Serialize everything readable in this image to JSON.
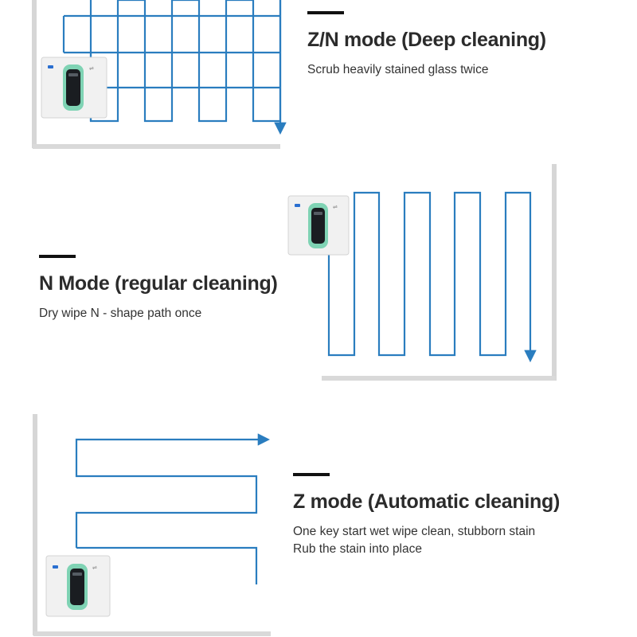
{
  "modes": [
    {
      "title": "Z/N mode (Deep cleaning)",
      "description_lines": [
        "Scrub heavily stained glass twice"
      ]
    },
    {
      "title": "N Mode (regular cleaning)",
      "description_lines": [
        "Dry wipe N - shape path once"
      ]
    },
    {
      "title": "Z mode (Automatic cleaning)",
      "description_lines": [
        "One key start wet wipe clean, stubborn stain",
        "Rub the stain into place"
      ]
    }
  ],
  "colors": {
    "path_line": "#2a7dbf",
    "window_frame": "#d8d8d8",
    "robot_body": "#f1f1f1",
    "robot_accent": "#7fd3b4",
    "title_text": "#2b2b2b"
  }
}
